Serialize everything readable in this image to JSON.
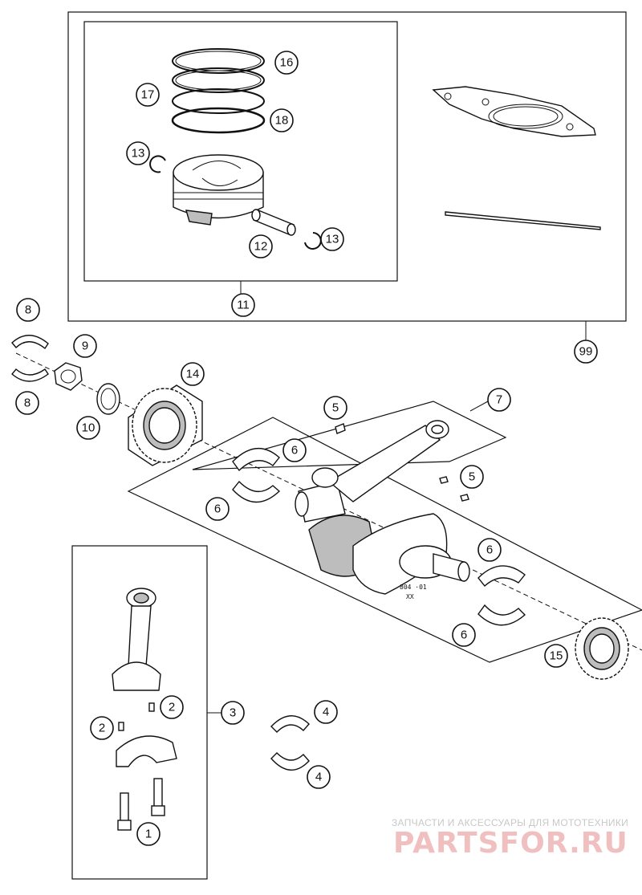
{
  "callouts": {
    "c1": "1",
    "c2a": "2",
    "c2b": "2",
    "c3": "3",
    "c4a": "4",
    "c4b": "4",
    "c5a": "5",
    "c5b": "5",
    "c6a": "6",
    "c6b": "6",
    "c6c": "6",
    "c6d": "6",
    "c7": "7",
    "c8a": "8",
    "c8b": "8",
    "c9": "9",
    "c10": "10",
    "c11": "11",
    "c12": "12",
    "c13a": "13",
    "c13b": "13",
    "c14": "14",
    "c15": "15",
    "c16": "16",
    "c17": "17",
    "c18": "18",
    "c99": "99"
  },
  "crank_marking": {
    "line1": "804 ·01",
    "line2": "XX"
  },
  "watermark": {
    "caption": "ЗАПЧАСТИ И АКСЕССУАРЫ ДЛЯ МОТОТЕХНИКИ",
    "brand": "PARTSFOR.RU"
  }
}
